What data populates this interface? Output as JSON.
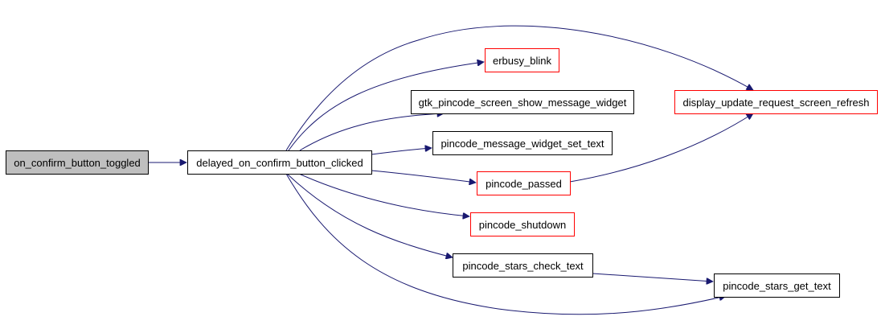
{
  "colors": {
    "edge": "#191970",
    "root_fill": "#bfbfbf",
    "default_fill": "#ffffff",
    "default_border": "#000000",
    "truncated_border": "#ff0000"
  },
  "nodes": {
    "on_confirm_button_toggled": {
      "label": "on_confirm_button_toggled",
      "style": "root"
    },
    "delayed_on_confirm_button_clicked": {
      "label": "delayed_on_confirm_button_clicked",
      "style": "default"
    },
    "erbusy_blink": {
      "label": "erbusy_blink",
      "style": "truncated"
    },
    "gtk_pincode_screen_show_message_widget": {
      "label": "gtk_pincode_screen_show_message_widget",
      "style": "default"
    },
    "pincode_message_widget_set_text": {
      "label": "pincode_message_widget_set_text",
      "style": "default"
    },
    "pincode_passed": {
      "label": "pincode_passed",
      "style": "truncated"
    },
    "pincode_shutdown": {
      "label": "pincode_shutdown",
      "style": "truncated"
    },
    "pincode_stars_check_text": {
      "label": "pincode_stars_check_text",
      "style": "default"
    },
    "display_update_request_screen_refresh": {
      "label": "display_update_request_screen_refresh",
      "style": "truncated"
    },
    "pincode_stars_get_text": {
      "label": "pincode_stars_get_text",
      "style": "default"
    }
  },
  "edges": [
    {
      "from": "on_confirm_button_toggled",
      "to": "delayed_on_confirm_button_clicked"
    },
    {
      "from": "delayed_on_confirm_button_clicked",
      "to": "display_update_request_screen_refresh"
    },
    {
      "from": "delayed_on_confirm_button_clicked",
      "to": "erbusy_blink"
    },
    {
      "from": "delayed_on_confirm_button_clicked",
      "to": "gtk_pincode_screen_show_message_widget"
    },
    {
      "from": "delayed_on_confirm_button_clicked",
      "to": "pincode_message_widget_set_text"
    },
    {
      "from": "delayed_on_confirm_button_clicked",
      "to": "pincode_passed"
    },
    {
      "from": "delayed_on_confirm_button_clicked",
      "to": "pincode_shutdown"
    },
    {
      "from": "delayed_on_confirm_button_clicked",
      "to": "pincode_stars_check_text"
    },
    {
      "from": "delayed_on_confirm_button_clicked",
      "to": "pincode_stars_get_text"
    },
    {
      "from": "pincode_passed",
      "to": "display_update_request_screen_refresh"
    },
    {
      "from": "pincode_stars_check_text",
      "to": "pincode_stars_get_text"
    }
  ]
}
